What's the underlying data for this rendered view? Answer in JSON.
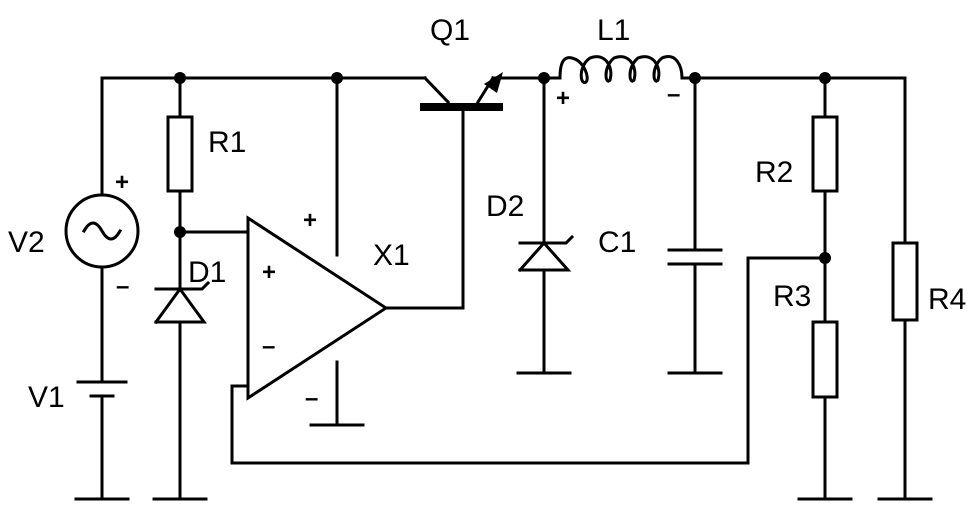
{
  "labels": {
    "q1": "Q1",
    "l1": "L1",
    "r1": "R1",
    "r2": "R2",
    "r3": "R3",
    "r4": "R4",
    "d1": "D1",
    "d2": "D2",
    "c1": "C1",
    "x1": "X1",
    "v1": "V1",
    "v2": "V2"
  },
  "signs": {
    "plus": "+",
    "minus": "–"
  },
  "colors": {
    "stroke": "#000000",
    "background": "#ffffff"
  }
}
